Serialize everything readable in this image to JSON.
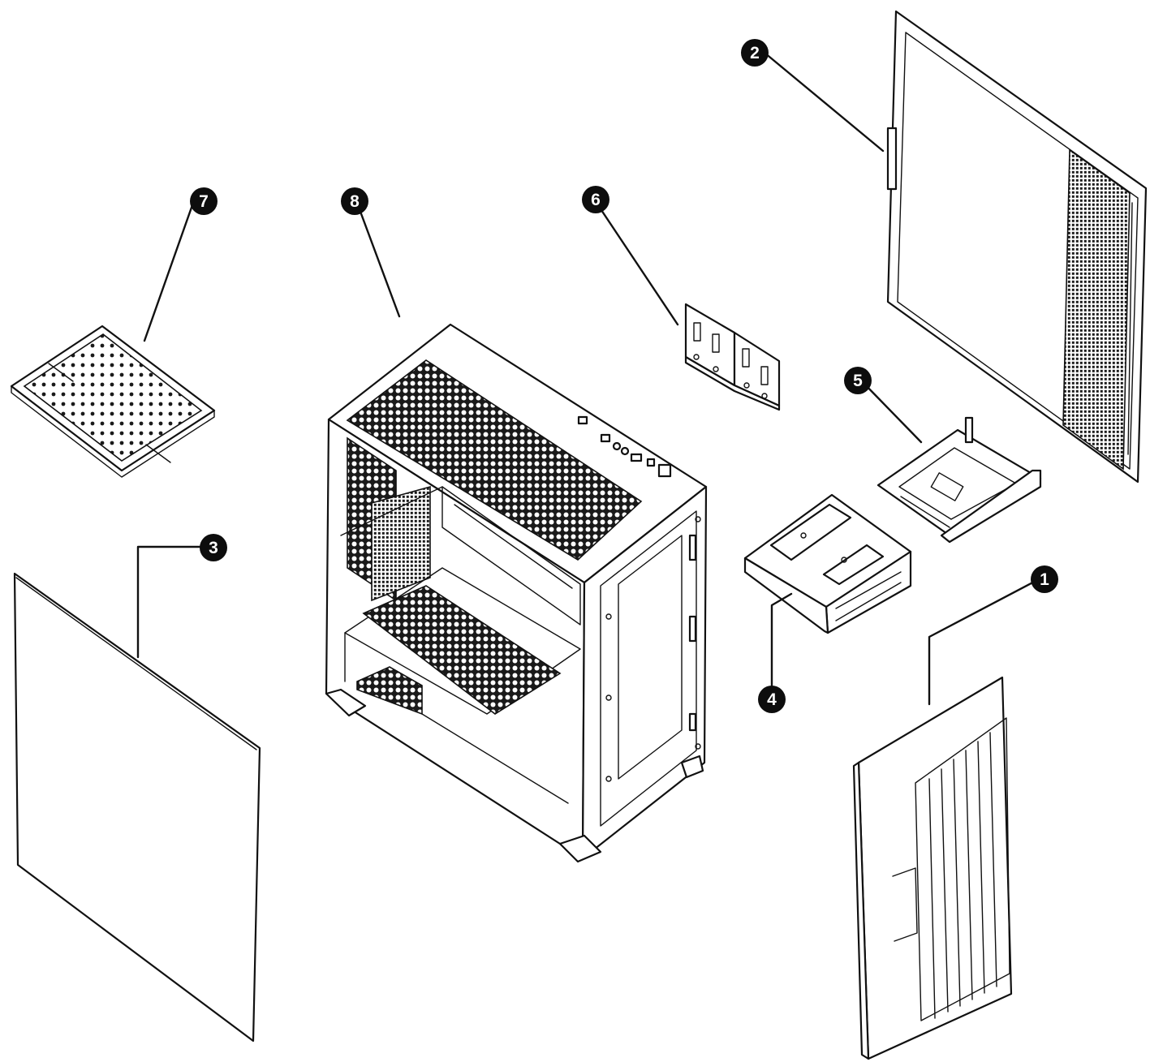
{
  "colors": {
    "ink": "#111111",
    "paper": "#ffffff",
    "callout": "#0d0d0d"
  },
  "parts": [
    {
      "id": "front-panel",
      "number": "1"
    },
    {
      "id": "side-mesh-panel",
      "number": "2"
    },
    {
      "id": "side-glass-panel",
      "number": "3"
    },
    {
      "id": "ssd-bracket",
      "number": "4"
    },
    {
      "id": "drive-tray",
      "number": "5"
    },
    {
      "id": "ssd-mount-plate",
      "number": "6"
    },
    {
      "id": "dust-filter",
      "number": "7"
    },
    {
      "id": "chassis",
      "number": "8"
    }
  ]
}
